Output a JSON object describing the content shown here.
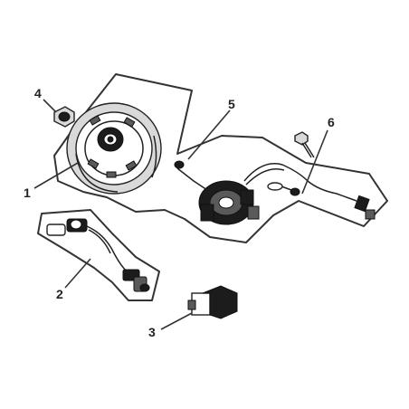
{
  "callouts": {
    "c1": "1",
    "c2": "2",
    "c3": "3",
    "c4": "4",
    "c5": "5",
    "c6": "6"
  },
  "colors": {
    "ink": "#222222",
    "background": "#ffffff"
  }
}
